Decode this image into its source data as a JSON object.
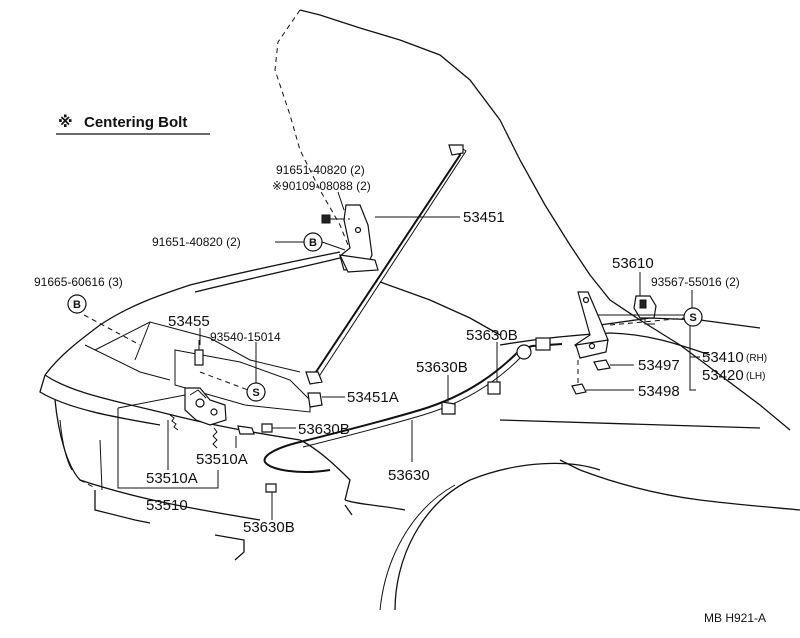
{
  "legend": {
    "symbol": "※",
    "text": "Centering Bolt"
  },
  "labels": {
    "p53451": "53451",
    "p91651_top": "91651-40820 (2)",
    "p90109": "※90109-08088 (2)",
    "p91651_left": "91651-40820 (2)",
    "p91665": "91665-60616 (3)",
    "p53455": "53455",
    "p93540": "93540-15014",
    "p53451A": "53451A",
    "p53630B_1": "53630B",
    "p53630B_2": "53630B",
    "p53630B_3": "53630B",
    "p53630B_4": "53630B",
    "p53510A_1": "53510A",
    "p53510A_2": "53510A",
    "p53510": "53510",
    "p53630": "53630",
    "p53610": "53610",
    "p93567": "93567-55016 (2)",
    "p53497": "53497",
    "p53498": "53498",
    "p53410": "53410",
    "p53410_side": "(RH)",
    "p53420": "53420",
    "p53420_side": "(LH)"
  },
  "symbols": {
    "bolt_b": "B",
    "screw_s": "S"
  },
  "footer": {
    "code": "MB  H921-A"
  }
}
